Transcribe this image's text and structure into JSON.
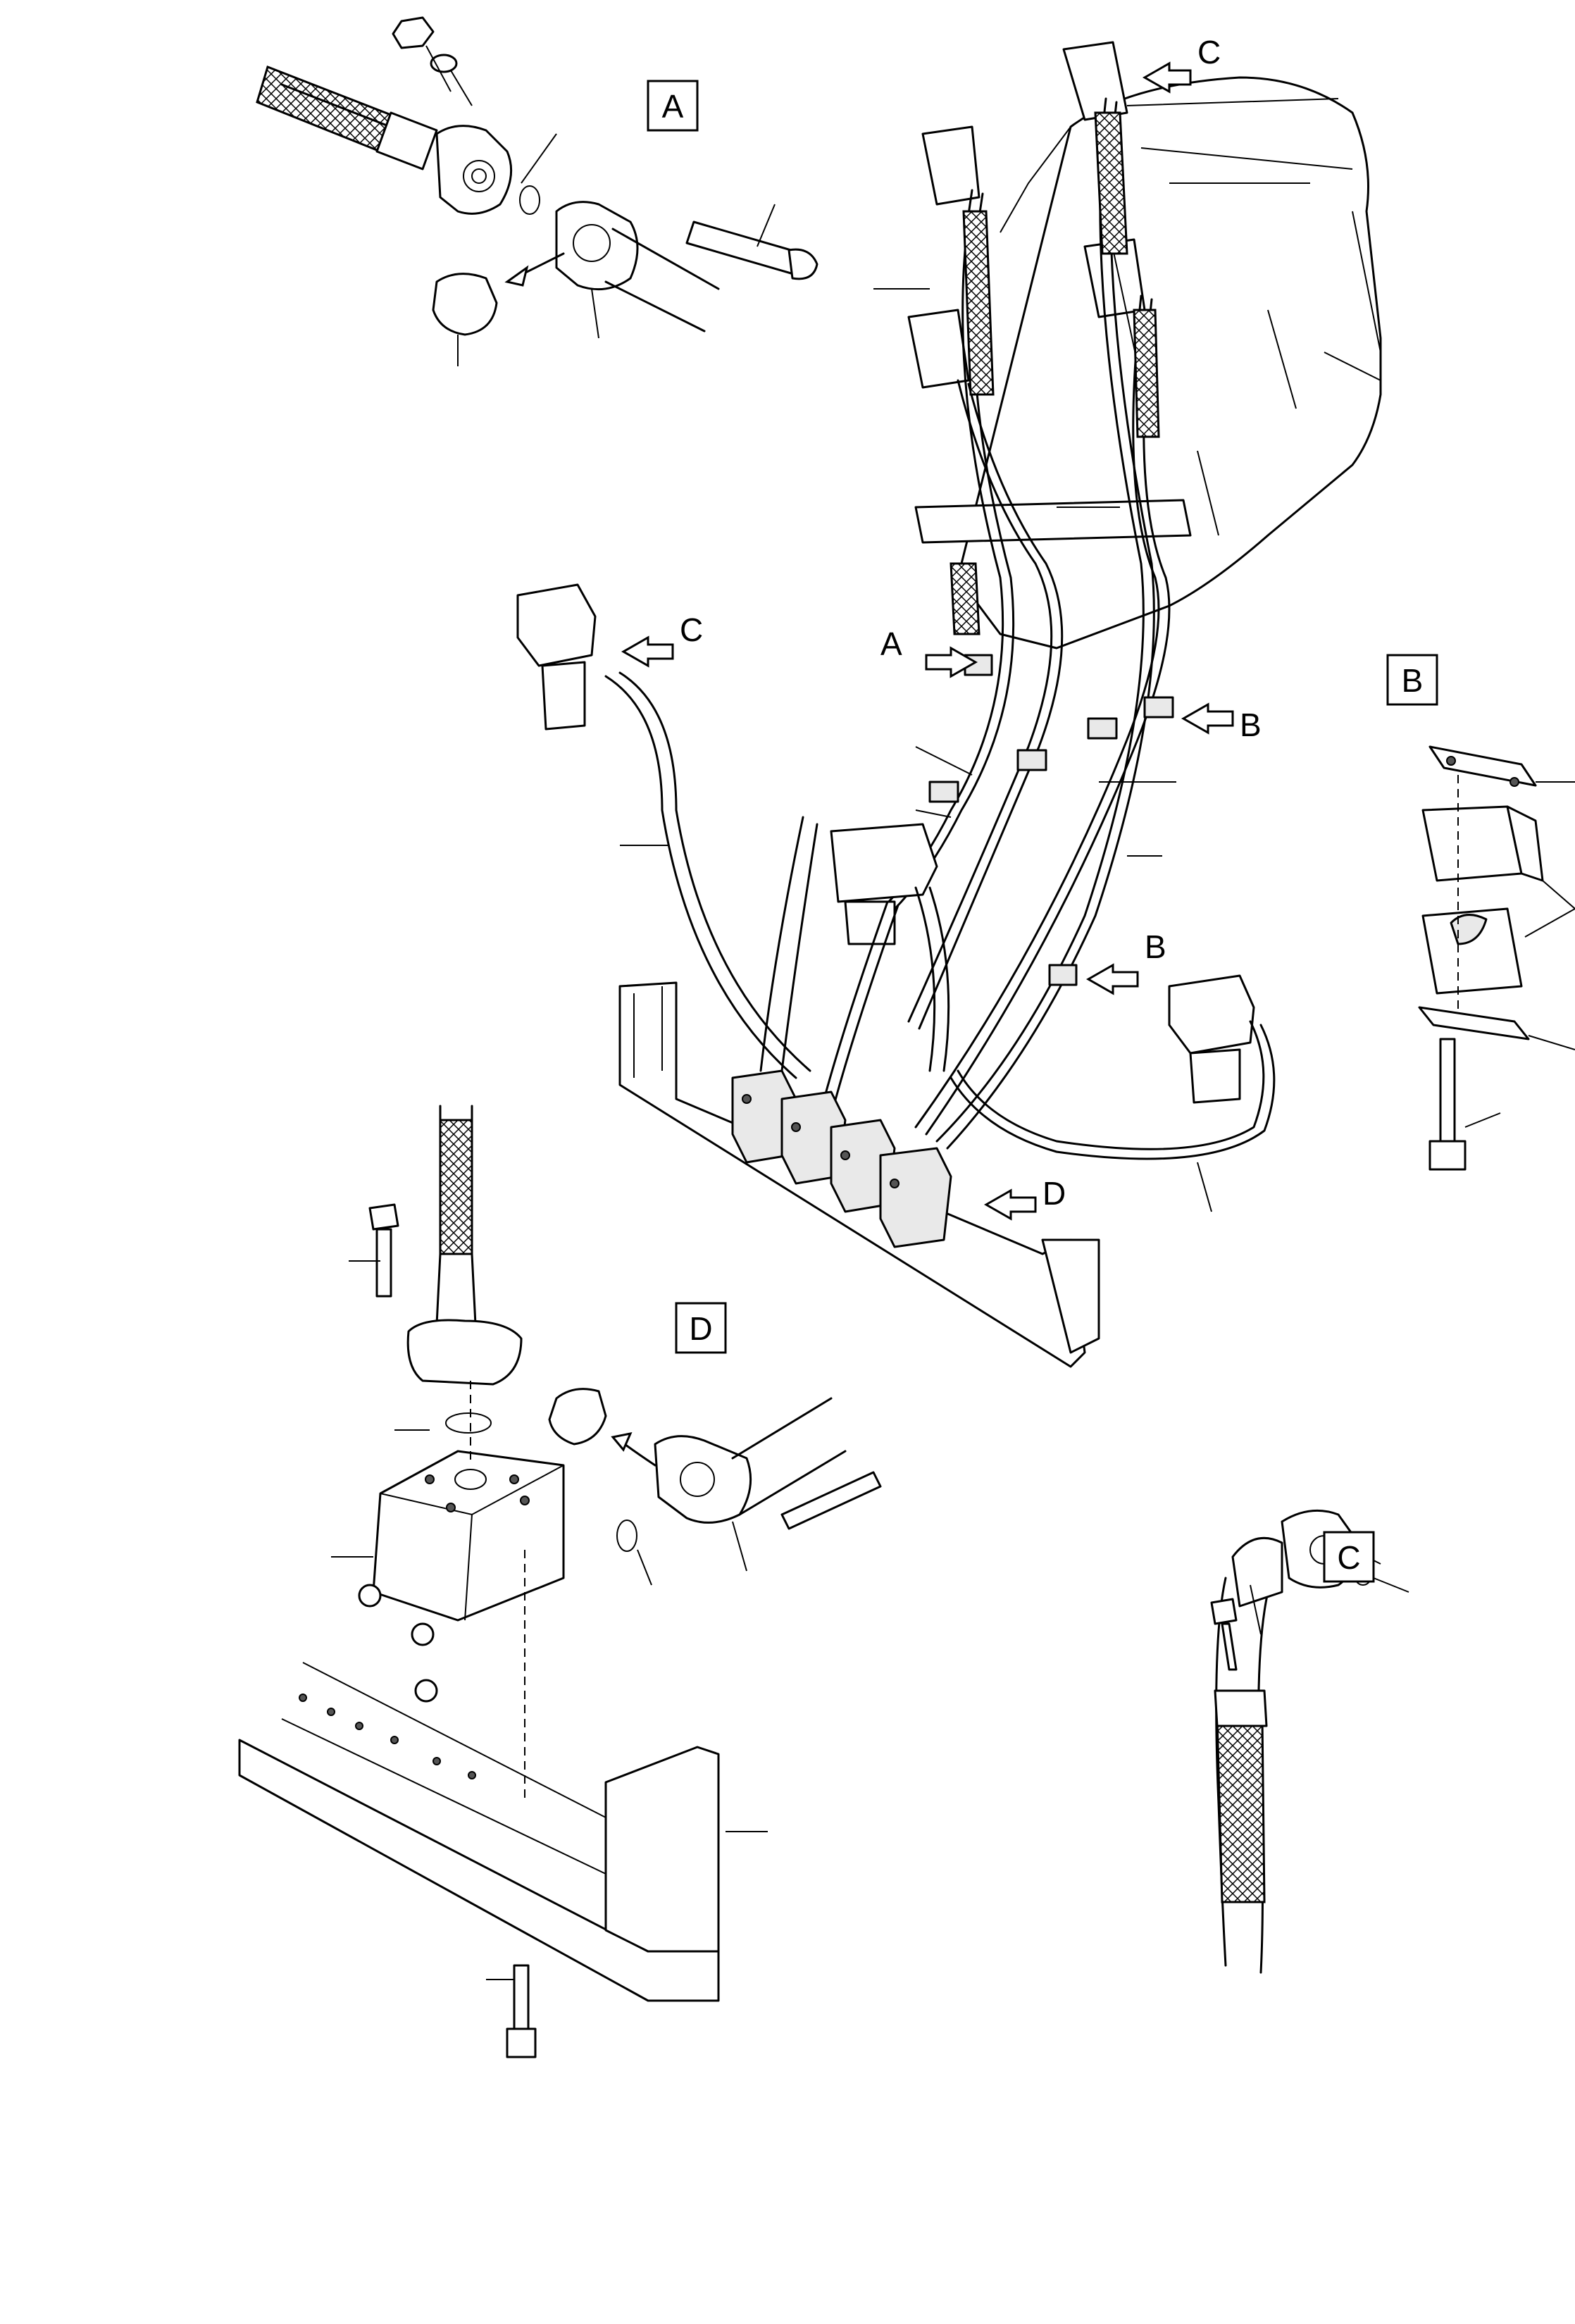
{
  "detail_labels": {
    "A": "A",
    "B": "B",
    "C": "C",
    "D": "D"
  },
  "pointer_labels": {
    "a_main": "A",
    "b_upper": "B",
    "b_lower": "B",
    "c_top": "C",
    "c_left": "C",
    "d_main": "D"
  }
}
